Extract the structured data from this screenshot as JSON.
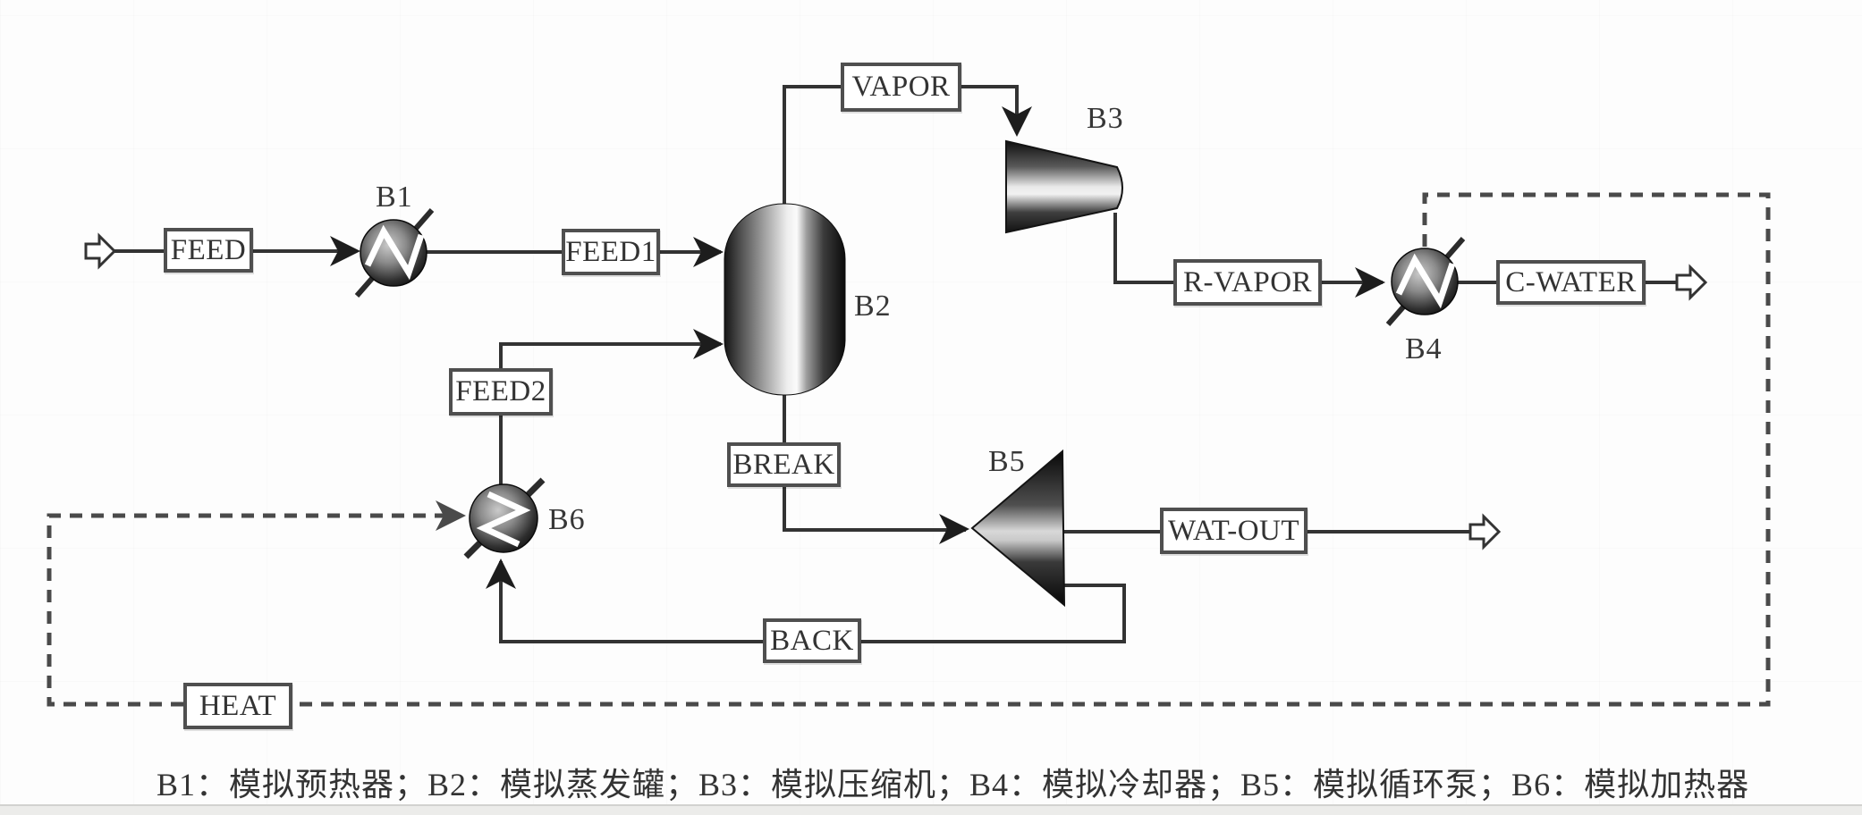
{
  "figure": {
    "caption": "B1：模拟预热器；B2：模拟蒸发罐；B3：模拟压缩机；B4：模拟冷却器；B5：模拟循环泵；B6：模拟加热器",
    "streams": {
      "feed": {
        "label": "FEED"
      },
      "feed1": {
        "label": "FEED1"
      },
      "feed2": {
        "label": "FEED2"
      },
      "vapor": {
        "label": "VAPOR"
      },
      "break": {
        "label": "BREAK"
      },
      "r_vapor": {
        "label": "R-VAPOR"
      },
      "c_water": {
        "label": "C-WATER"
      },
      "wat_out": {
        "label": "WAT-OUT"
      },
      "back": {
        "label": "BACK"
      },
      "heat": {
        "label": "HEAT"
      }
    },
    "blocks": {
      "b1": {
        "label": "B1",
        "type": "heat-exchanger"
      },
      "b2": {
        "label": "B2",
        "type": "flash-vessel"
      },
      "b3": {
        "label": "B3",
        "type": "compressor"
      },
      "b4": {
        "label": "B4",
        "type": "heat-exchanger"
      },
      "b5": {
        "label": "B5",
        "type": "pump"
      },
      "b6": {
        "label": "B6",
        "type": "heat-exchanger"
      }
    },
    "colors": {
      "line": "#333333",
      "dashed_line": "#4a4a4a",
      "box_border": "#4f4f4f",
      "text": "#373737",
      "background": "#fdfdfd"
    }
  }
}
